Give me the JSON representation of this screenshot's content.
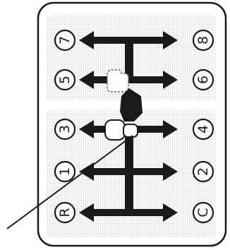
{
  "gears": [
    {
      "label": "7"
    },
    {
      "label": "8"
    },
    {
      "label": "5"
    },
    {
      "label": "6"
    },
    {
      "label": "3"
    },
    {
      "label": "4"
    },
    {
      "label": "1"
    },
    {
      "label": "2"
    },
    {
      "label": "R"
    },
    {
      "label": "C"
    }
  ]
}
